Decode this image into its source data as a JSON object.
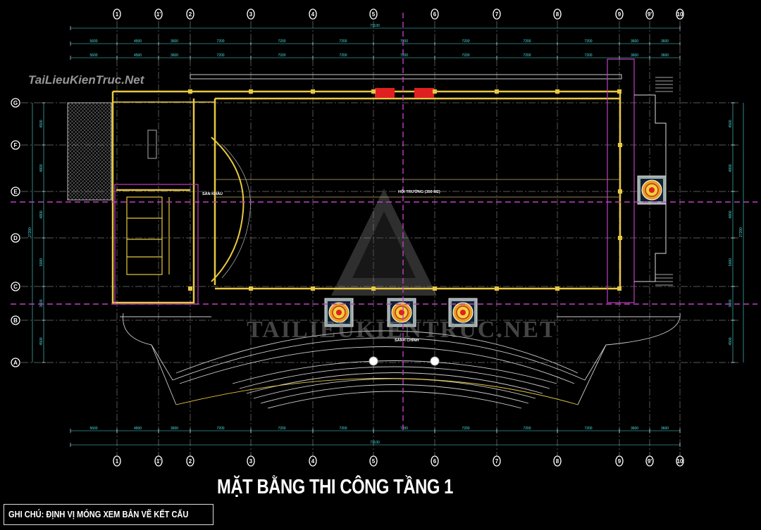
{
  "drawing": {
    "title": "MẶT BẰNG THI CÔNG TẦNG 1",
    "note": "GHI CHÚ: ĐỊNH VỊ MÓNG XEM BẢN VẼ KẾT CẤU",
    "logo_text": "TaiLieuKienTruc.Net",
    "watermark_text": "TAILIEUKIENTRUC.NET",
    "rooms": {
      "hall": "HỘI TRƯỜNG (350 M2)",
      "stage": "SÂN KHẤU",
      "lobby": "SẢNH CHÍNH"
    }
  },
  "grid": {
    "columns": [
      "1",
      "1'",
      "2",
      "3",
      "4",
      "5",
      "6",
      "7",
      "8",
      "9",
      "9'",
      "10"
    ],
    "rows": [
      "G",
      "F",
      "E",
      "D",
      "C",
      "B",
      "A"
    ],
    "total_dimension": "71100",
    "column_dimensions": [
      "5600",
      "4500",
      "3600",
      "7200",
      "7200",
      "7200",
      "7200",
      "7200",
      "7200",
      "7200",
      "3600",
      "3600"
    ],
    "row_dimensions": [
      "4500",
      "4800",
      "4800",
      "5000",
      "3600",
      "4500"
    ],
    "total_row_dimension": "27200"
  },
  "colors": {
    "background": "#000000",
    "wall": "#e8c840",
    "dimension": "#4fe0e0",
    "axis_line": "#c040c0",
    "door": "#e02020"
  }
}
